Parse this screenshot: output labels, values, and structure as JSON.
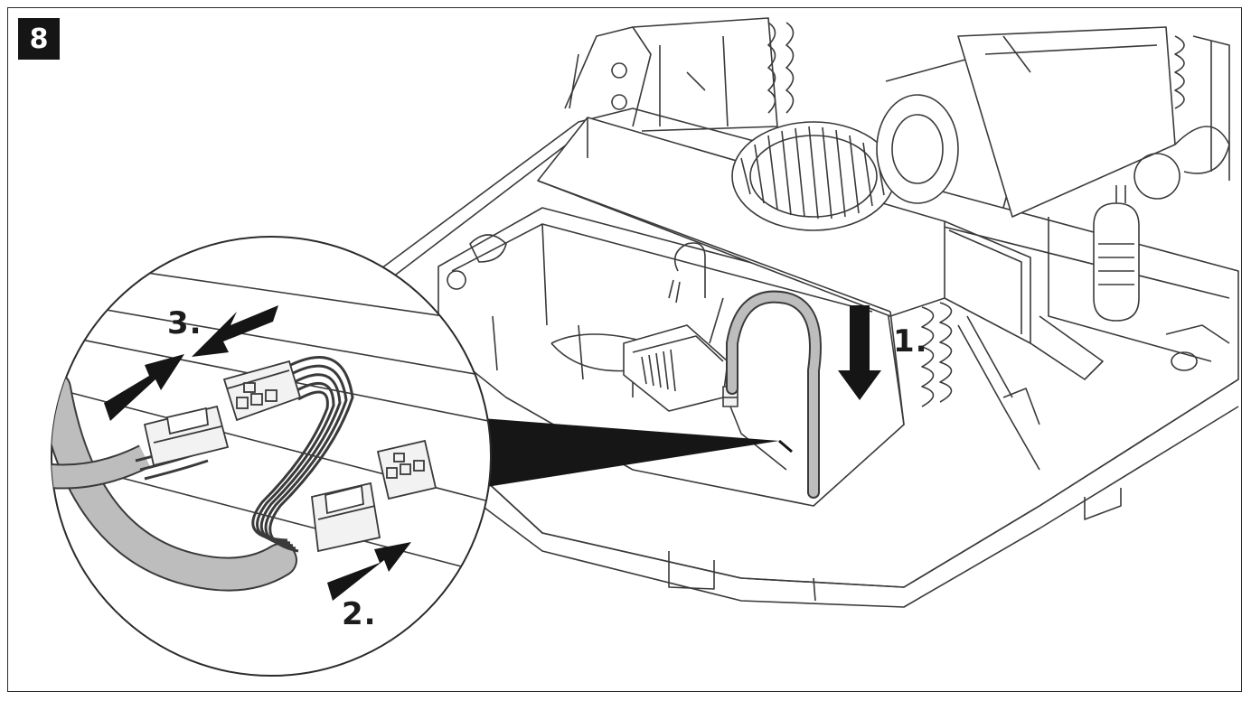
{
  "figure": {
    "badge": "8",
    "steps": [
      {
        "label": "1."
      },
      {
        "label": "2."
      },
      {
        "label": "3."
      }
    ]
  },
  "colors": {
    "line": "#3a3a3a",
    "arrow": "#151515",
    "cable": "#bdbdbd",
    "connector": "#f2f2f2",
    "callout_wedge": "#161616"
  }
}
